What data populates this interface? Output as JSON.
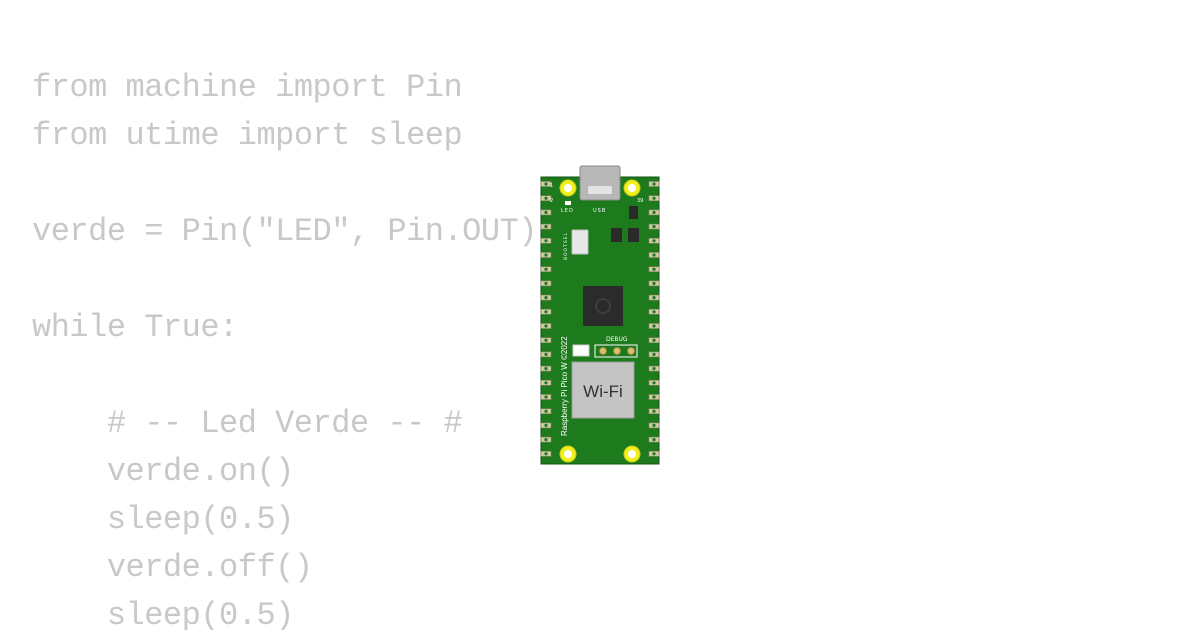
{
  "code_lines": [
    "from machine import Pin",
    "from utime import sleep",
    "",
    "verde = Pin(\"LED\", Pin.OUT)",
    "",
    "while True:",
    "",
    "    # -- Led Verde -- #",
    "    verde.on()",
    "    sleep(0.5)",
    "    verde.off()",
    "    sleep(0.5)"
  ],
  "board": {
    "led_label": "LED",
    "usb_label": "USB",
    "bootsel_label": "BOOTSEL",
    "debug_label": "DEBUG",
    "wifi_label": "Wi-Fi",
    "silkscreen": "Raspberry Pi Pico W ©2022",
    "pin_label_2": "2",
    "pin_label_39": "39",
    "pin_label_1": "1"
  },
  "colors": {
    "code_text": "#c8c8c8",
    "pcb_green": "#1d7a1d",
    "mount_hole_yellow": "#f0f020"
  }
}
